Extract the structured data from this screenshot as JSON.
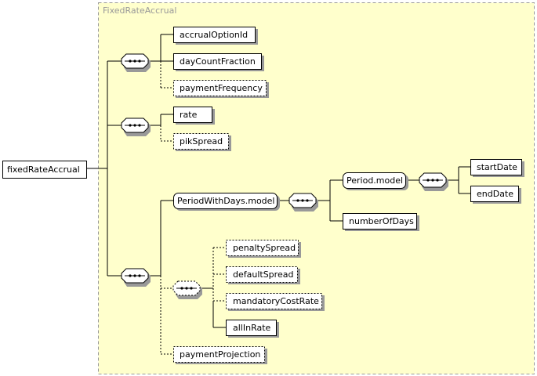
{
  "group": {
    "title": "FixedRateAccrual"
  },
  "root": {
    "label": "fixedRateAccrual"
  },
  "elements": {
    "accrualOptionId": "accrualOptionId",
    "dayCountFraction": "dayCountFraction",
    "paymentFrequency": "paymentFrequency",
    "rate": "rate",
    "pikSpread": "pikSpread",
    "periodWithDaysModel": "PeriodWithDays.model",
    "periodModel": "Period.model",
    "startDate": "startDate",
    "endDate": "endDate",
    "numberOfDays": "numberOfDays",
    "penaltySpread": "penaltySpread",
    "defaultSpread": "defaultSpread",
    "mandatoryCostRate": "mandatoryCostRate",
    "allInRate": "allInRate",
    "paymentProjection": "paymentProjection"
  }
}
